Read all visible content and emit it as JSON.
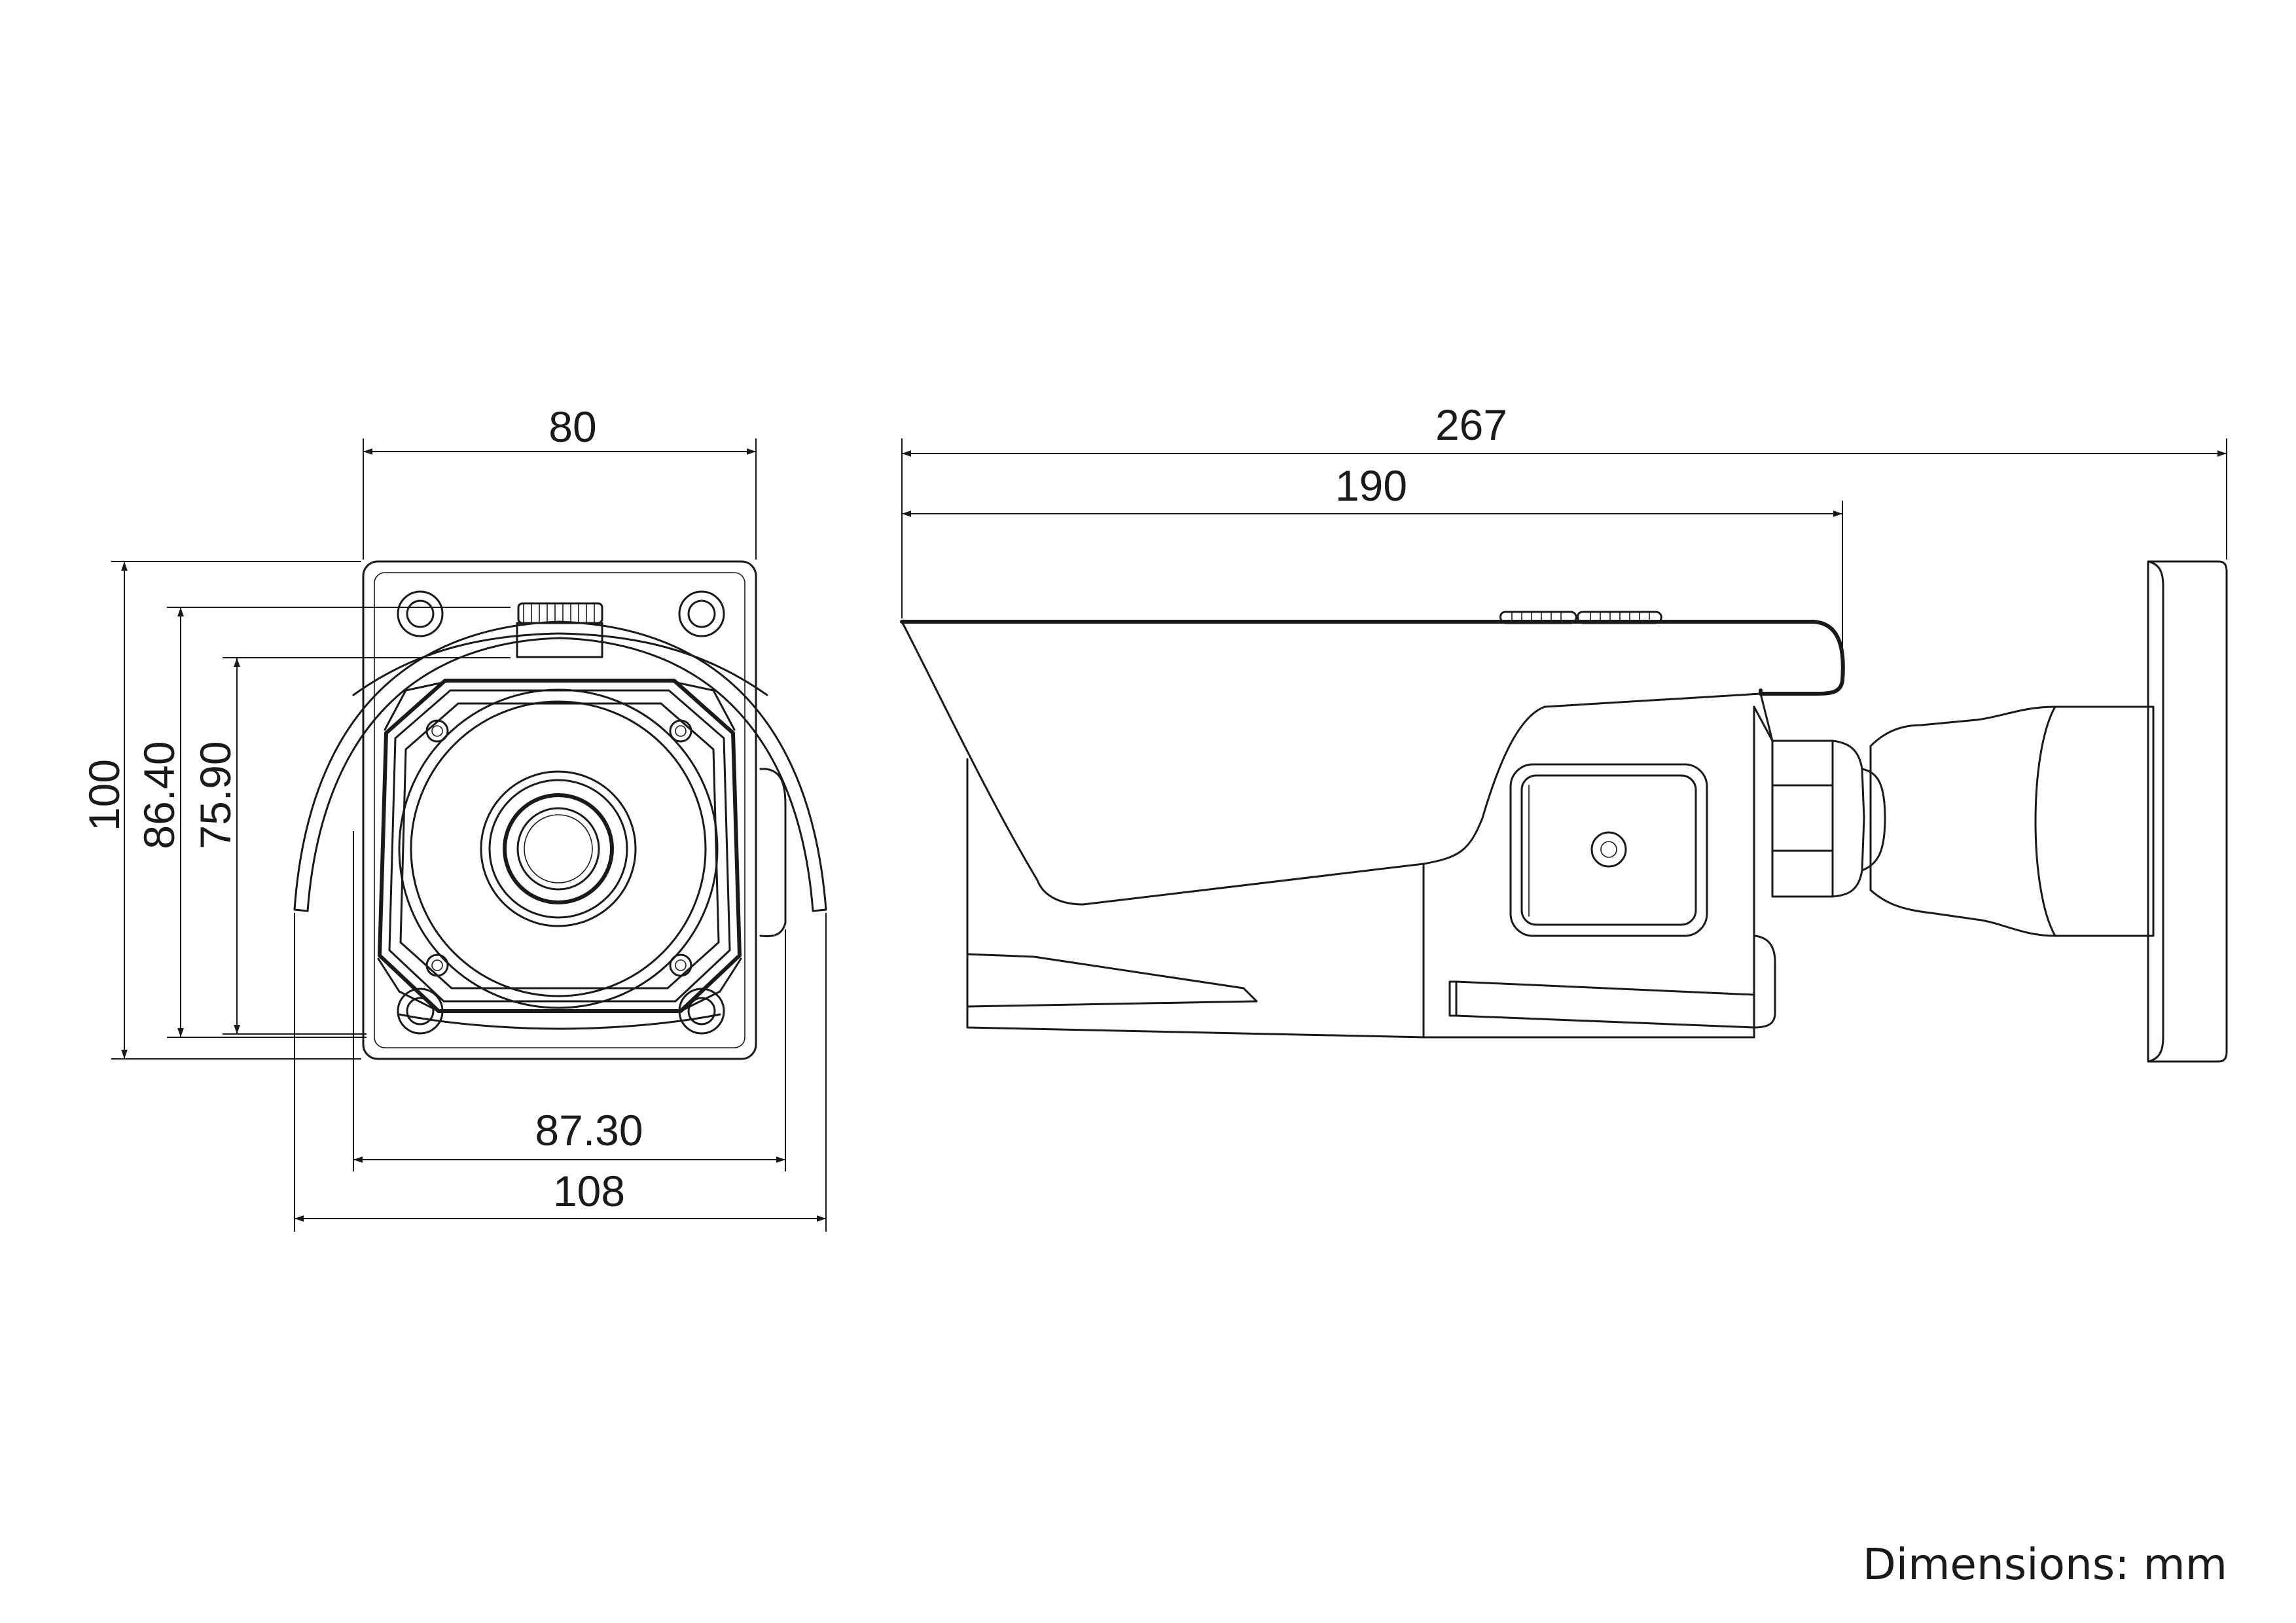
{
  "dimensions": {
    "front_width_80": "80",
    "front_height_100": "100",
    "front_height_86_40": "86.40",
    "front_height_75_90": "75.90",
    "front_width_87_30": "87.30",
    "front_width_108": "108",
    "side_length_267": "267",
    "side_length_190": "190"
  },
  "units_note": "Dimensions: mm"
}
